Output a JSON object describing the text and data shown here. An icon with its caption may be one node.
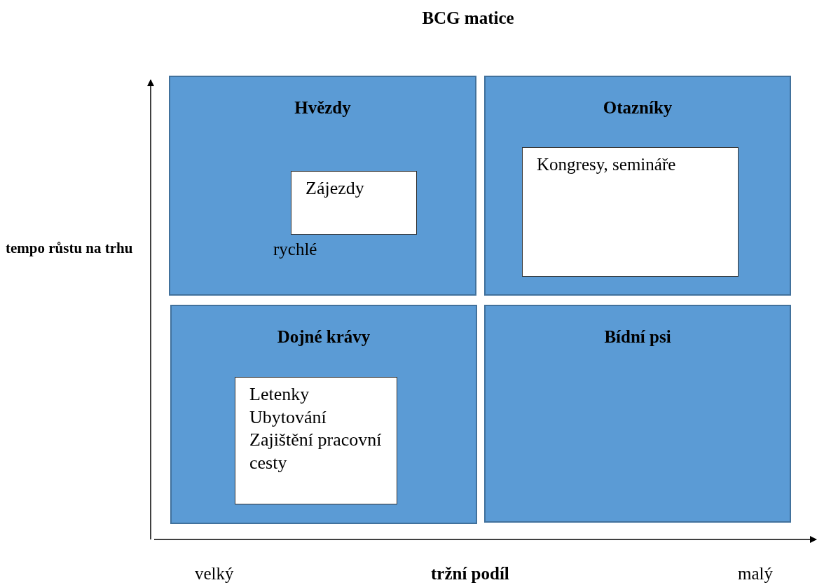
{
  "diagram": {
    "title": "BCG matice",
    "nodes": [
      {
        "text": [
          "Hvězdy"
        ]
      },
      {
        "text": [
          "Zájezdy"
        ],
        "in": 0
      },
      {
        "text": [
          "Otazníky"
        ]
      },
      {
        "text": [
          "Kongresy, semináře"
        ],
        "in": 2
      },
      {
        "text": [
          "Dojné krávy"
        ]
      },
      {
        "text": [
          "Letenky",
          "Ubytování",
          "Zajištění pracovní cesty"
        ],
        "in": 4
      },
      {
        "text": [
          "Bídní psi"
        ]
      }
    ],
    "edges": [],
    "labels": [
      "tempo růstu na trhu",
      "rychlé",
      "velký",
      "tržní podíl",
      "malý"
    ]
  }
}
